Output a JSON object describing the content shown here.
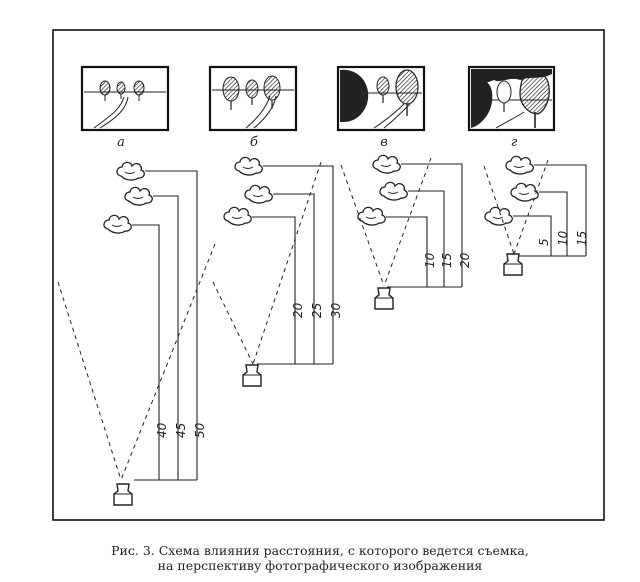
{
  "panels": [
    {
      "label": "а",
      "distances": [
        "40",
        "45",
        "50"
      ]
    },
    {
      "label": "б",
      "distances": [
        "20",
        "25",
        "30"
      ]
    },
    {
      "label": "в",
      "distances": [
        "10",
        "15",
        "20"
      ]
    },
    {
      "label": "г",
      "distances": [
        "5",
        "10",
        "15"
      ]
    }
  ],
  "caption": {
    "line1": "Рис. 3. Схема влияния расстояния, с которого ведется съемка,",
    "line2": "на перспективу фотографического изображения"
  }
}
